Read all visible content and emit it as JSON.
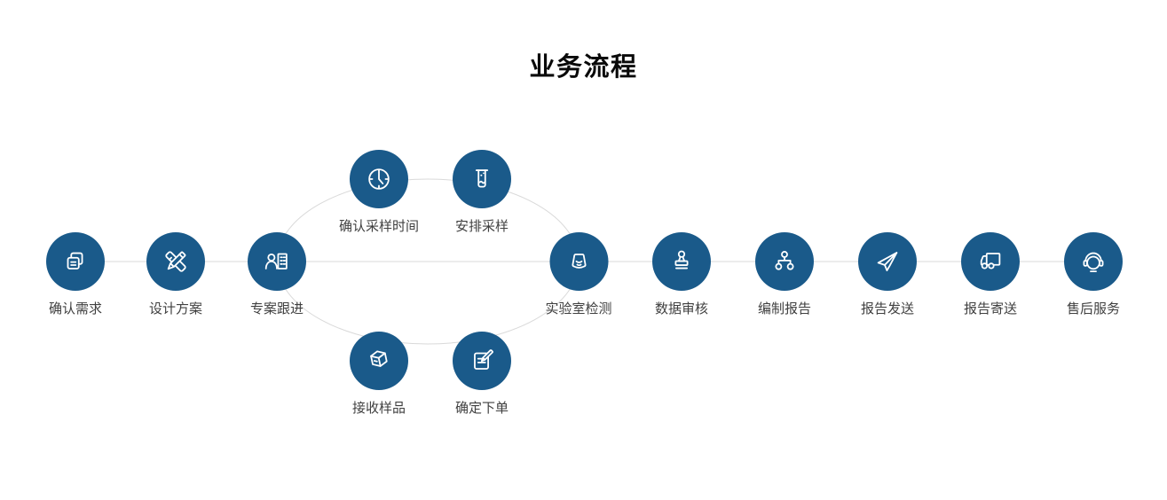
{
  "title": "业务流程",
  "colors": {
    "node_blue": "#1a5a8a",
    "connector_gray": "#d9d9d9",
    "label_gray": "#404040",
    "title_color": "#0a0a0a",
    "background": "#ffffff"
  },
  "flow": {
    "main": [
      {
        "label": "确认需求",
        "icon": "documents-icon"
      },
      {
        "label": "设计方案",
        "icon": "pencil-ruler-icon"
      },
      {
        "label": "专案跟进",
        "icon": "person-building-icon"
      },
      {
        "label": "实验室检测",
        "icon": "ultrasound-probe-icon"
      },
      {
        "label": "数据审核",
        "icon": "stamp-icon"
      },
      {
        "label": "编制报告",
        "icon": "org-chart-icon"
      },
      {
        "label": "报告发送",
        "icon": "paper-plane-icon"
      },
      {
        "label": "报告寄送",
        "icon": "truck-icon"
      },
      {
        "label": "售后服务",
        "icon": "headset-icon"
      }
    ],
    "upper_branch": [
      {
        "label": "确认采样时间",
        "icon": "clock-icon"
      },
      {
        "label": "安排采样",
        "icon": "test-tube-icon"
      }
    ],
    "lower_branch": [
      {
        "label": "接收样品",
        "icon": "package-icon"
      },
      {
        "label": "确定下单",
        "icon": "document-pen-icon"
      }
    ]
  }
}
